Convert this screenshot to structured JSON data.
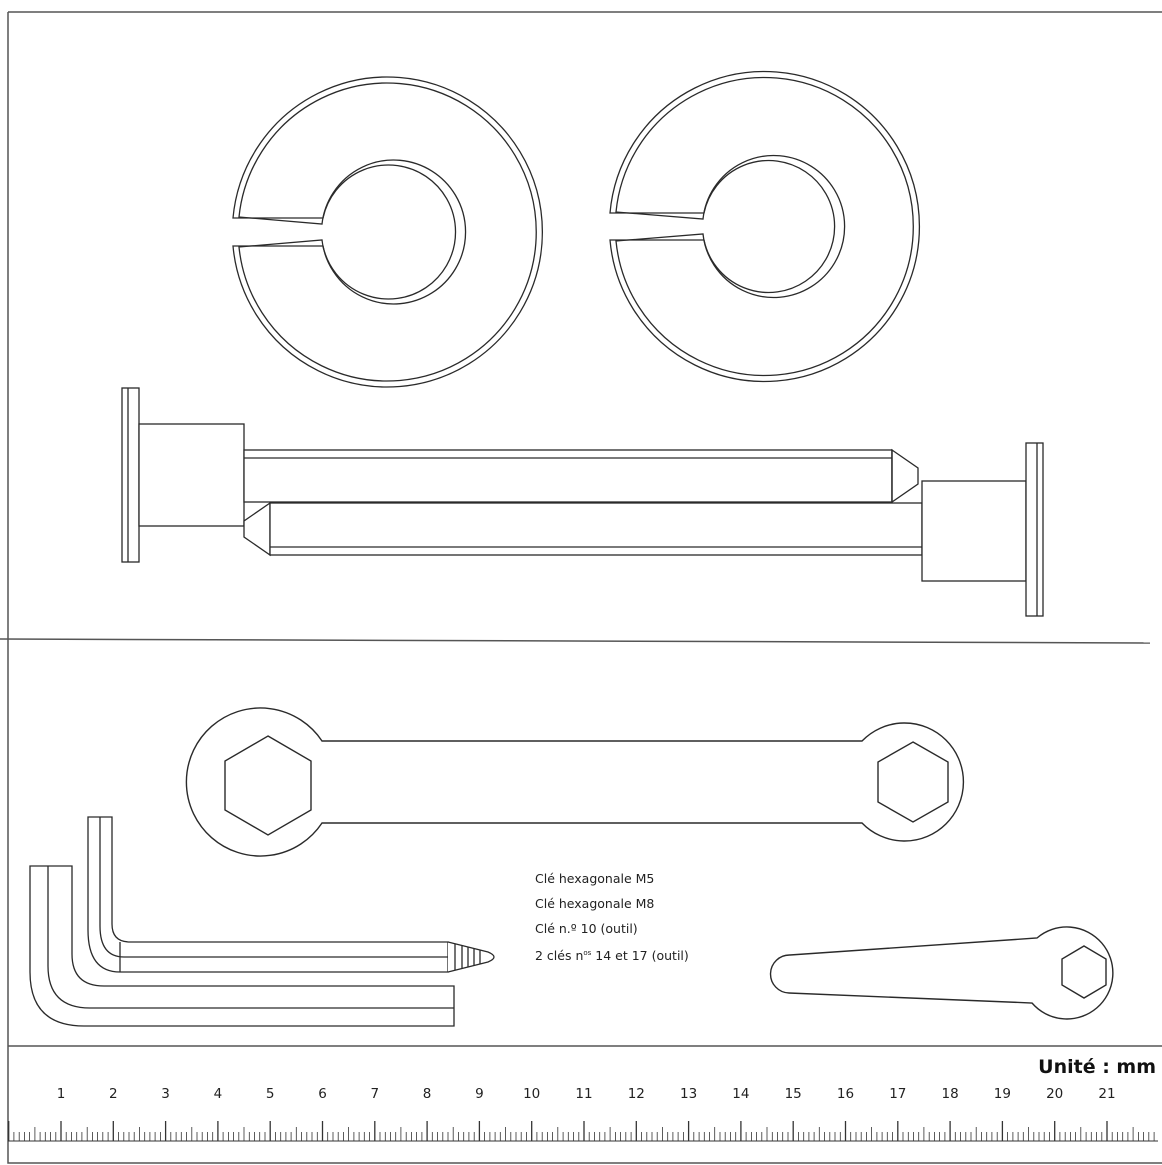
{
  "legend": {
    "line1": "Clé hexagonale M5",
    "line2": "Clé hexagonale M8",
    "line3": "Clé n.º 10 (outil)",
    "line4_pre": "2 clés n",
    "line4_sup": "os",
    "line4_post": " 14 et 17 (outil)"
  },
  "ruler": {
    "unit_label": "Unité : mm",
    "labels": [
      "1",
      "2",
      "3",
      "4",
      "5",
      "6",
      "7",
      "8",
      "9",
      "10",
      "11",
      "12",
      "13",
      "14",
      "15",
      "16",
      "17",
      "18",
      "19",
      "20",
      "21"
    ]
  },
  "colors": {
    "line": "#2a2a2a",
    "frame": "#555555",
    "background": "#ffffff"
  }
}
